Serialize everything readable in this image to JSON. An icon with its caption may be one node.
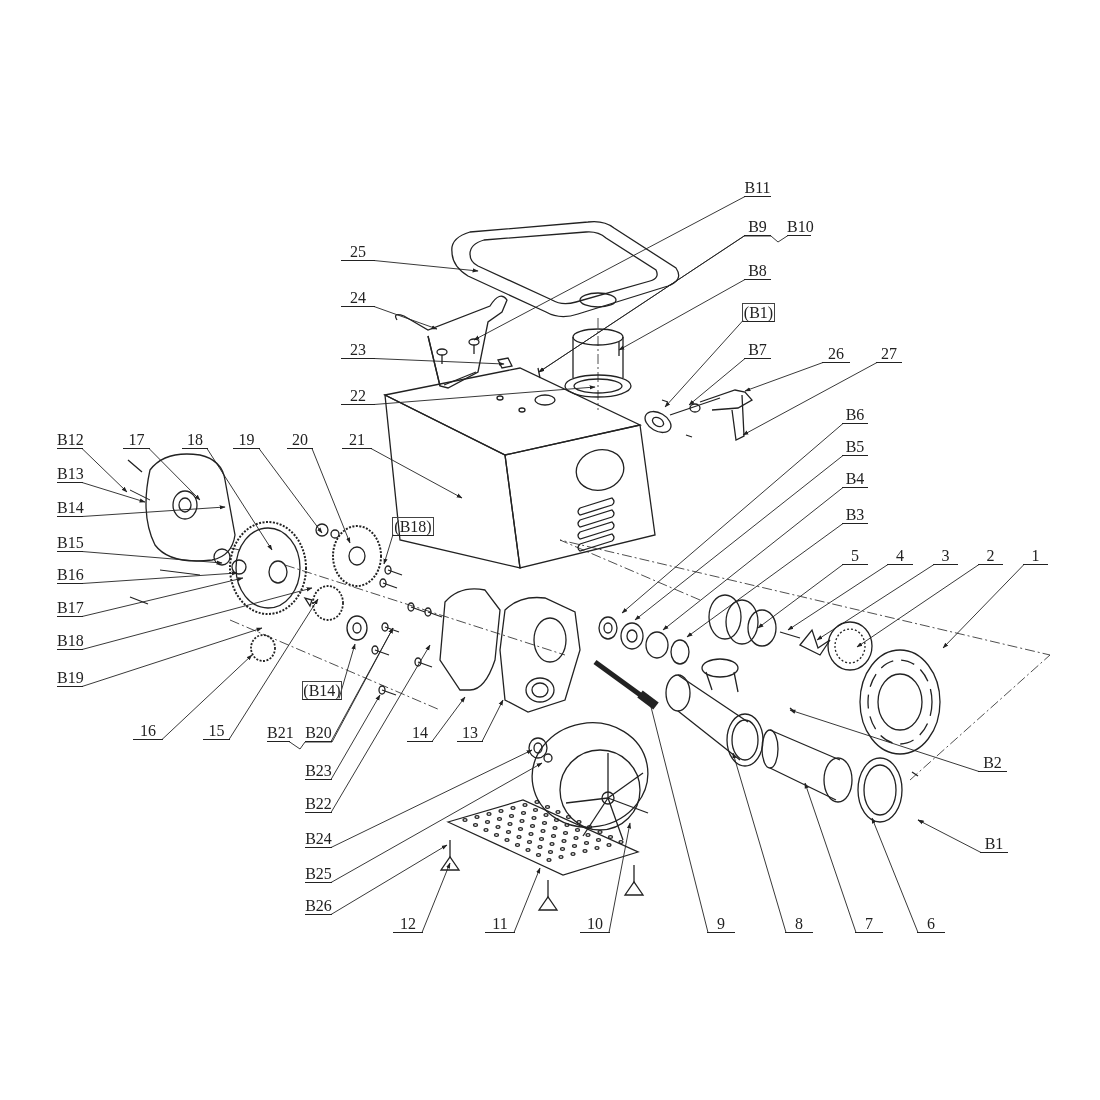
{
  "diagram": {
    "nodes": [
      {
        "text": [
          "B11"
        ]
      },
      {
        "text": [
          "B9"
        ]
      },
      {
        "text": [
          "B10"
        ]
      },
      {
        "text": [
          "25"
        ]
      },
      {
        "text": [
          "B8"
        ]
      },
      {
        "text": [
          "24"
        ]
      },
      {
        "text": [
          "(B1)"
        ]
      },
      {
        "text": [
          "23"
        ]
      },
      {
        "text": [
          "B7"
        ]
      },
      {
        "text": [
          "26"
        ]
      },
      {
        "text": [
          "27"
        ]
      },
      {
        "text": [
          "22"
        ]
      },
      {
        "text": [
          "B6"
        ]
      },
      {
        "text": [
          "B12"
        ]
      },
      {
        "text": [
          "17"
        ]
      },
      {
        "text": [
          "18"
        ]
      },
      {
        "text": [
          "19"
        ]
      },
      {
        "text": [
          "20"
        ]
      },
      {
        "text": [
          "21"
        ]
      },
      {
        "text": [
          "B5"
        ]
      },
      {
        "text": [
          "B13"
        ]
      },
      {
        "text": [
          "B4"
        ]
      },
      {
        "text": [
          "B14"
        ]
      },
      {
        "text": [
          "B3"
        ]
      },
      {
        "text": [
          "(B18)"
        ]
      },
      {
        "text": [
          "B15"
        ]
      },
      {
        "text": [
          "5"
        ]
      },
      {
        "text": [
          "4"
        ]
      },
      {
        "text": [
          "3"
        ]
      },
      {
        "text": [
          "2"
        ]
      },
      {
        "text": [
          "1"
        ]
      },
      {
        "text": [
          "B16"
        ]
      },
      {
        "text": [
          "B17"
        ]
      },
      {
        "text": [
          "B18"
        ]
      },
      {
        "text": [
          "B19"
        ]
      },
      {
        "text": [
          "(B14)"
        ]
      },
      {
        "text": [
          "16"
        ]
      },
      {
        "text": [
          "15"
        ]
      },
      {
        "text": [
          "B21"
        ]
      },
      {
        "text": [
          "B20"
        ]
      },
      {
        "text": [
          "14"
        ]
      },
      {
        "text": [
          "13"
        ]
      },
      {
        "text": [
          "B2"
        ]
      },
      {
        "text": [
          "B23"
        ]
      },
      {
        "text": [
          "B22"
        ]
      },
      {
        "text": [
          "B24"
        ]
      },
      {
        "text": [
          "B1"
        ]
      },
      {
        "text": [
          "B25"
        ]
      },
      {
        "text": [
          "B26"
        ]
      },
      {
        "text": [
          "12"
        ]
      },
      {
        "text": [
          "11"
        ]
      },
      {
        "text": [
          "10"
        ]
      },
      {
        "text": [
          "9"
        ]
      },
      {
        "text": [
          "8"
        ]
      },
      {
        "text": [
          "7"
        ]
      },
      {
        "text": [
          "6"
        ]
      }
    ],
    "edges": [
      {
        "from": 0,
        "to": null,
        "arrow": "to"
      },
      {
        "from": 1,
        "to": null,
        "arrow": "to"
      },
      {
        "from": 2,
        "to": null,
        "arrow": "to"
      },
      {
        "from": 3,
        "to": null,
        "arrow": "to"
      },
      {
        "from": 4,
        "to": null,
        "arrow": "to"
      },
      {
        "from": 5,
        "to": null,
        "arrow": "to"
      },
      {
        "from": 6,
        "to": null,
        "arrow": "to"
      },
      {
        "from": 7,
        "to": null,
        "arrow": "to"
      },
      {
        "from": 8,
        "to": null,
        "arrow": "to"
      },
      {
        "from": 9,
        "to": null,
        "arrow": "to"
      },
      {
        "from": 10,
        "to": null,
        "arrow": "to"
      },
      {
        "from": 11,
        "to": null,
        "arrow": "to"
      },
      {
        "from": 12,
        "to": null,
        "arrow": "to"
      },
      {
        "from": 13,
        "to": null,
        "arrow": "to"
      },
      {
        "from": 14,
        "to": null,
        "arrow": "to"
      },
      {
        "from": 15,
        "to": null,
        "arrow": "to"
      },
      {
        "from": 16,
        "to": null,
        "arrow": "to"
      },
      {
        "from": 17,
        "to": null,
        "arrow": "to"
      },
      {
        "from": 18,
        "to": null,
        "arrow": "to"
      },
      {
        "from": 19,
        "to": null,
        "arrow": "to"
      },
      {
        "from": 20,
        "to": null,
        "arrow": "to"
      },
      {
        "from": 21,
        "to": null,
        "arrow": "to"
      },
      {
        "from": 22,
        "to": null,
        "arrow": "to"
      },
      {
        "from": 23,
        "to": null,
        "arrow": "to"
      },
      {
        "from": 24,
        "to": null,
        "arrow": "to"
      },
      {
        "from": 25,
        "to": null,
        "arrow": "to"
      },
      {
        "from": 26,
        "to": null,
        "arrow": "to"
      },
      {
        "from": 27,
        "to": null,
        "arrow": "to"
      },
      {
        "from": 28,
        "to": null,
        "arrow": "to"
      },
      {
        "from": 29,
        "to": null,
        "arrow": "to"
      },
      {
        "from": 30,
        "to": null,
        "arrow": "to"
      },
      {
        "from": 31,
        "to": null,
        "arrow": "to"
      },
      {
        "from": 32,
        "to": null,
        "arrow": "to"
      },
      {
        "from": 33,
        "to": null,
        "arrow": "to"
      },
      {
        "from": 34,
        "to": null,
        "arrow": "to"
      },
      {
        "from": 35,
        "to": null,
        "arrow": "to"
      },
      {
        "from": 36,
        "to": null,
        "arrow": "to"
      },
      {
        "from": 37,
        "to": null,
        "arrow": "to"
      },
      {
        "from": 38,
        "to": null,
        "arrow": "to"
      },
      {
        "from": 39,
        "to": null,
        "arrow": "to"
      },
      {
        "from": 40,
        "to": null,
        "arrow": "to"
      },
      {
        "from": 41,
        "to": null,
        "arrow": "to"
      },
      {
        "from": 42,
        "to": null,
        "arrow": "to"
      },
      {
        "from": 43,
        "to": null,
        "arrow": "to"
      },
      {
        "from": 44,
        "to": null,
        "arrow": "to"
      },
      {
        "from": 45,
        "to": null,
        "arrow": "to"
      },
      {
        "from": 46,
        "to": null,
        "arrow": "to"
      },
      {
        "from": 47,
        "to": null,
        "arrow": "to"
      },
      {
        "from": 48,
        "to": null,
        "arrow": "to"
      },
      {
        "from": 49,
        "to": null,
        "arrow": "to"
      },
      {
        "from": 50,
        "to": null,
        "arrow": "to"
      },
      {
        "from": 51,
        "to": null,
        "arrow": "to"
      },
      {
        "from": 52,
        "to": null,
        "arrow": "to"
      },
      {
        "from": 53,
        "to": null,
        "arrow": "to"
      },
      {
        "from": 54,
        "to": null,
        "arrow": "to"
      },
      {
        "from": 55,
        "to": null,
        "arrow": "to"
      }
    ]
  }
}
